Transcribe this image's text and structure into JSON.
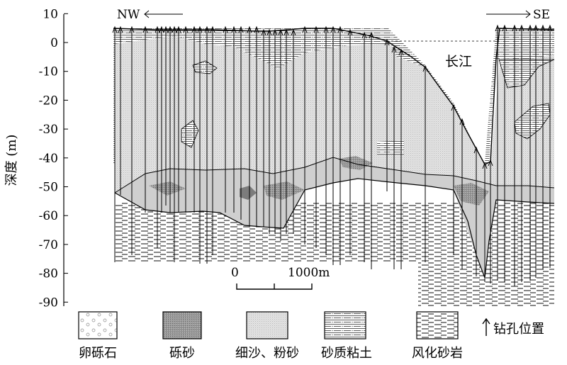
{
  "y_axis": {
    "label": "深度 (m)",
    "ticks": [
      10,
      0,
      -10,
      -20,
      -30,
      -40,
      -50,
      -60,
      -70,
      -80,
      -90
    ]
  },
  "directions": {
    "left": "NW",
    "right": "SE"
  },
  "river_label": "长江",
  "scale_bar": {
    "start": "0",
    "end": "1000m"
  },
  "legend": [
    {
      "id": "pebble",
      "label": "卵砾石"
    },
    {
      "id": "gravel-sand",
      "label": "砾砂"
    },
    {
      "id": "fine-sand",
      "label": "细沙、粉砂"
    },
    {
      "id": "sandy-clay",
      "label": "砂质粘土"
    },
    {
      "id": "weathered-sandstone",
      "label": "风化砂岩"
    },
    {
      "id": "borehole",
      "label": "钻孔位置"
    }
  ]
}
